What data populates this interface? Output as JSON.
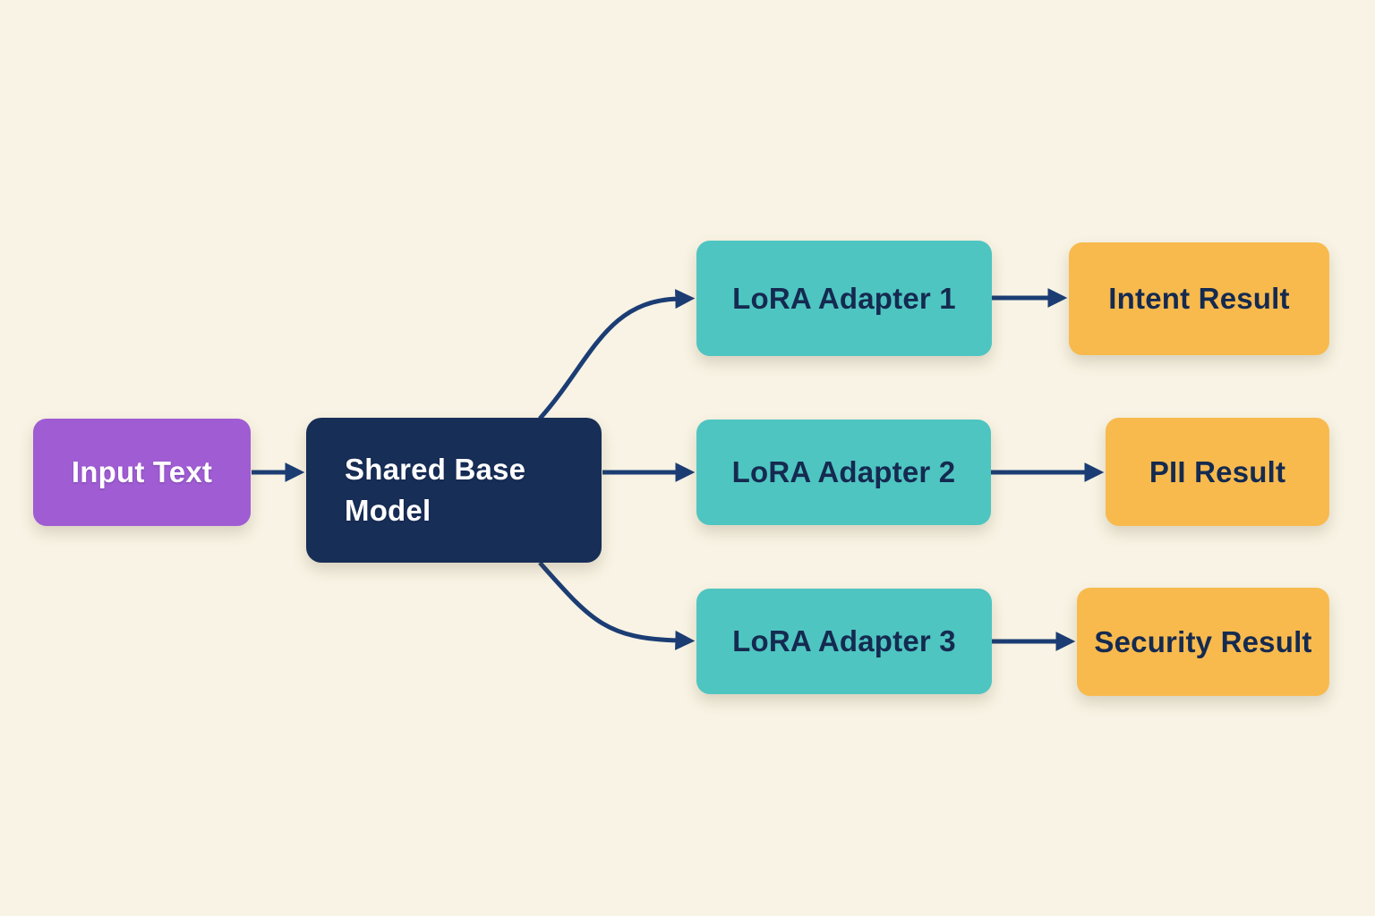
{
  "diagram": {
    "canvas_color": "#f8f3e4",
    "edge_color": "#1b3d74",
    "nodes": {
      "input_text": {
        "label": "Input Text",
        "fill": "#a05cd3",
        "text_color": "#ffffff"
      },
      "shared_base_model": {
        "label": "Shared Base Model",
        "fill": "#172e57",
        "text_color": "#ffffff"
      },
      "lora_adapter_1": {
        "label": "LoRA Adapter 1",
        "fill": "#4ec5c1",
        "text_color": "#152a50"
      },
      "lora_adapter_2": {
        "label": "LoRA Adapter 2",
        "fill": "#4ec5c1",
        "text_color": "#152a50"
      },
      "lora_adapter_3": {
        "label": "LoRA Adapter 3",
        "fill": "#4ec5c1",
        "text_color": "#152a50"
      },
      "intent_result": {
        "label": "Intent Result",
        "fill": "#f8ba4d",
        "text_color": "#152a50"
      },
      "pii_result": {
        "label": "PII Result",
        "fill": "#f8ba4d",
        "text_color": "#152a50"
      },
      "security_result": {
        "label": "Security Result",
        "fill": "#f8ba4d",
        "text_color": "#152a50"
      }
    },
    "edges": [
      {
        "from": "input_text",
        "to": "shared_base_model"
      },
      {
        "from": "shared_base_model",
        "to": "lora_adapter_1"
      },
      {
        "from": "shared_base_model",
        "to": "lora_adapter_2"
      },
      {
        "from": "shared_base_model",
        "to": "lora_adapter_3"
      },
      {
        "from": "lora_adapter_1",
        "to": "intent_result"
      },
      {
        "from": "lora_adapter_2",
        "to": "pii_result"
      },
      {
        "from": "lora_adapter_3",
        "to": "security_result"
      }
    ]
  }
}
